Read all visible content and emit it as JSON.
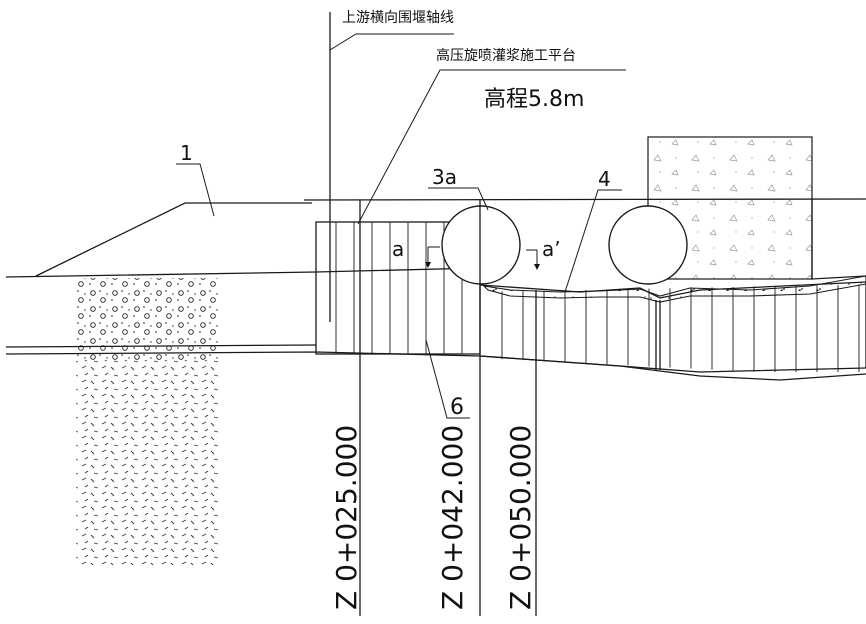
{
  "labels": {
    "axis_line": "上游横向围堰轴线",
    "platform": "高压旋喷灌浆施工平台",
    "elevation": "高程5.8m",
    "part_1": "1",
    "part_3a": "3a",
    "part_4": "4",
    "part_6": "6",
    "section_a": "a",
    "section_a_prime": "a’"
  },
  "stations": {
    "s1": "Z 0+025.000",
    "s2": "Z 0+042.000",
    "s3": "Z 0+050.000"
  }
}
